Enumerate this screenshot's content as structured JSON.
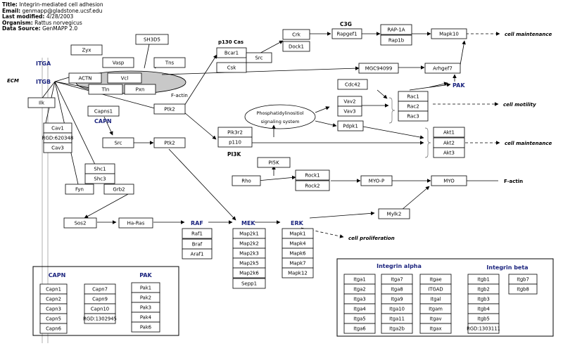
{
  "header": {
    "title_label": "Title:",
    "title_value": "Integrin-mediated cell adhesion",
    "email_label": "Email:",
    "email_value": "genmapp@gladstone.ucsf.edu",
    "modified_label": "Last modified:",
    "modified_value": "4/28/2003",
    "organism_label": "Organism:",
    "organism_value": "Rattus norvegicus",
    "source_label": "Data Source:",
    "source_value": "GenMAPP 2.0"
  },
  "colors": {
    "blue_label": "#1a237e",
    "box_border": "#000000",
    "membrane_fill": "#c8c8c8",
    "cell_lines": "#b0b0b0"
  },
  "genes": {
    "zyx": "Zyx",
    "vasp": "Vasp",
    "sh3d5": "SH3D5",
    "tns": "Tns",
    "actn": "ACTN",
    "vcl": "Vcl",
    "tln": "Tln",
    "pxn": "Pxn",
    "capns1": "Capns1",
    "ptk2_a": "Ptk2",
    "ilk": "Ilk",
    "cav1": "Cav1",
    "rgd620348": "RGD:620348",
    "cav3": "Cav3",
    "src": "Src",
    "ptk2_b": "Ptk2",
    "shc1": "Shc1",
    "shc3": "Shc3",
    "fyn": "Fyn",
    "grb2": "Grb2",
    "sos2": "Sos2",
    "hras": "Ha-Ras",
    "bcar1": "Bcar1",
    "csk": "Csk",
    "src2": "Src",
    "crk": "Crk",
    "dock1": "Dock1",
    "rapgef1": "Rapgef1",
    "rap1a": "RAP-1A",
    "rap1b": "Rap1b",
    "mapk10": "Mapk10",
    "mgc94099": "MGC94099",
    "arhgef7": "Arhgef7",
    "cdc42": "Cdc42",
    "vav2": "Vav2",
    "vav3": "Vav3",
    "rac1": "Rac1",
    "rac2": "Rac2",
    "rac3": "Rac3",
    "pdpk1": "Pdpk1",
    "pik3r2": "Pik3r2",
    "p110": "p110",
    "pi5k": "PI5K",
    "akt1": "Akt1",
    "akt2": "Akt2",
    "akt3": "Akt3",
    "rho": "Rho",
    "rock1": "Rock1",
    "rock2": "Rock2",
    "myop": "MYO-P",
    "myo": "MYO",
    "mylk2": "Mylk2",
    "raf1": "Raf1",
    "braf": "Braf",
    "araf1": "Araf1",
    "map2k1": "Map2k1",
    "map2k2": "Map2k2",
    "map2k3": "Map2k3",
    "map2k5": "Map2k5",
    "map2k6": "Map2k6",
    "sepp1": "Sepp1",
    "mapk1": "Mapk1",
    "mapk4": "Mapk4",
    "mapk6": "Mapk6",
    "mapk7": "Mapk7",
    "mapk12": "Mapk12"
  },
  "labels": {
    "ecm": "ECM",
    "itga": "ITGA",
    "itgb": "ITGB",
    "fact1": "F-actin",
    "fact2": "F-actin",
    "p130": "p130 Cas",
    "c3g": "C3G",
    "capn": "CAPN",
    "pak": "PAK",
    "pi3k": "PI3K",
    "raf": "RAF",
    "mek": "MEK",
    "erk": "ERK",
    "pi_line1": "Phosphatidylinositiol",
    "pi_line2": "signaling system",
    "cm1": "cell maintenance",
    "cm2": "cell maintenance",
    "cmot": "cell motility",
    "cprolif": "cell proliferation"
  },
  "legend_capn_pak": {
    "capn_title": "CAPN",
    "pak_title": "PAK",
    "capn_col1": [
      "Capn1",
      "Capn2",
      "Capn3",
      "Capn5",
      "Capn6"
    ],
    "capn_col2": [
      "Capn7",
      "Capn9",
      "Capn10",
      "RGD:1302945"
    ],
    "pak": [
      "Pak1",
      "Pak2",
      "Pak3",
      "Pak4",
      "Pak6"
    ]
  },
  "legend_integrins": {
    "alpha_title": "Integrin alpha",
    "beta_title": "Integrin beta",
    "alpha_col1": [
      "Itga1",
      "Itga2",
      "Itga3",
      "Itga4",
      "Itga5",
      "Itga6"
    ],
    "alpha_col2": [
      "Itga7",
      "Itga8",
      "Itga9",
      "Itga10",
      "Itga11",
      "Itga2b"
    ],
    "alpha_col3": [
      "Itgae",
      "ITGAD",
      "Itgal",
      "Itgam",
      "Itgav",
      "Itgax"
    ],
    "beta_col1": [
      "Itgb1",
      "Itgb2",
      "Itgb3",
      "Itgb4",
      "Itgb5",
      "RGD:1303111"
    ],
    "beta_col2": [
      "Itgb7",
      "Itgb8"
    ]
  }
}
